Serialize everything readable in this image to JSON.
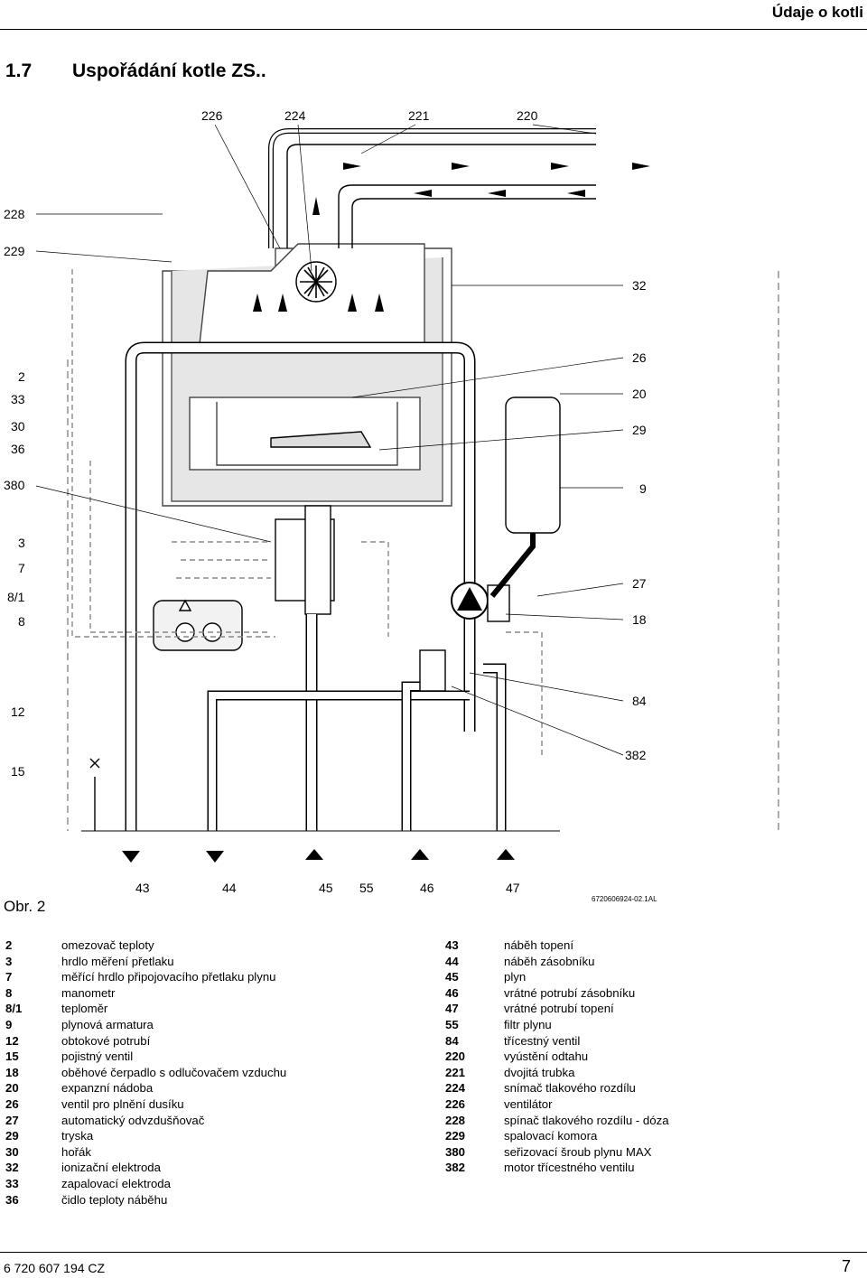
{
  "header": {
    "title": "Údaje o kotli"
  },
  "section": {
    "number": "1.7",
    "title": "Uspořádání kotle ZS.."
  },
  "figure": {
    "label": "Obr. 2",
    "code": "6720606924-02.1AL",
    "callouts_top": [
      "226",
      "224",
      "221",
      "220"
    ],
    "callouts_left": [
      "228",
      "229",
      "2",
      "33",
      "30",
      "36",
      "380",
      "3",
      "7",
      "8/1",
      "8",
      "12",
      "15"
    ],
    "callouts_right": [
      "32",
      "26",
      "20",
      "29",
      "9",
      "27",
      "18",
      "84",
      "382"
    ],
    "callouts_bottom": [
      "43",
      "44",
      "45",
      "55",
      "46",
      "47"
    ]
  },
  "legend_left": [
    {
      "num": "2",
      "text": "omezovač teploty"
    },
    {
      "num": "3",
      "text": "hrdlo měření přetlaku"
    },
    {
      "num": "7",
      "text": "měřící hrdlo připojovacího přetlaku plynu"
    },
    {
      "num": "8",
      "text": "manometr"
    },
    {
      "num": "8/1",
      "text": "teploměr"
    },
    {
      "num": "9",
      "text": "plynová armatura"
    },
    {
      "num": "12",
      "text": "obtokové potrubí"
    },
    {
      "num": "15",
      "text": "pojistný ventil"
    },
    {
      "num": "18",
      "text": "oběhové čerpadlo s odlučovačem vzduchu"
    },
    {
      "num": "20",
      "text": "expanzní nádoba"
    },
    {
      "num": "26",
      "text": "ventil pro plnění dusíku"
    },
    {
      "num": "27",
      "text": "automatický odvzdušňovač"
    },
    {
      "num": "29",
      "text": "tryska"
    },
    {
      "num": "30",
      "text": "hořák"
    },
    {
      "num": "32",
      "text": "ionizační elektroda"
    },
    {
      "num": "33",
      "text": "zapalovací elektroda"
    },
    {
      "num": "36",
      "text": "čidlo teploty náběhu"
    }
  ],
  "legend_right": [
    {
      "num": "43",
      "text": "náběh topení"
    },
    {
      "num": "44",
      "text": "náběh zásobníku"
    },
    {
      "num": "45",
      "text": "plyn"
    },
    {
      "num": "46",
      "text": "vrátné potrubí zásobníku"
    },
    {
      "num": "47",
      "text": "vrátné potrubí topení"
    },
    {
      "num": "55",
      "text": "filtr plynu"
    },
    {
      "num": "84",
      "text": "třícestný ventil"
    },
    {
      "num": "220",
      "text": "vyústění odtahu"
    },
    {
      "num": "221",
      "text": "dvojitá trubka"
    },
    {
      "num": "224",
      "text": "snímač tlakového rozdílu"
    },
    {
      "num": "226",
      "text": "ventilátor"
    },
    {
      "num": "228",
      "text": "spínač tlakového rozdílu - dóza"
    },
    {
      "num": "229",
      "text": "spalovací komora"
    },
    {
      "num": "380",
      "text": "seřizovací šroub plynu MAX"
    },
    {
      "num": "382",
      "text": "motor třícestného ventilu"
    }
  ],
  "footer": {
    "doc_number": "6 720 607 194 CZ",
    "page": "7"
  }
}
